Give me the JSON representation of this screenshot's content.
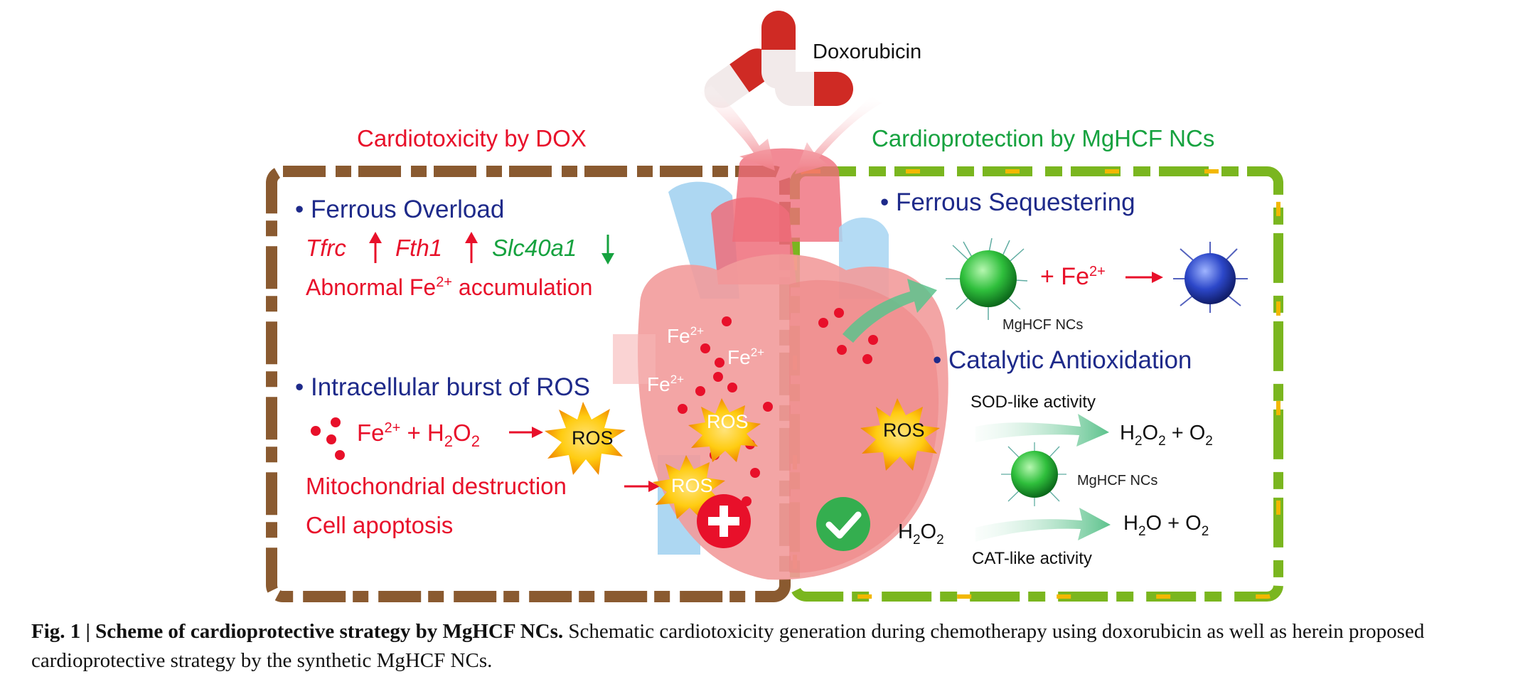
{
  "drug": {
    "label": "Doxorubicin"
  },
  "left_panel": {
    "title": "Cardiotoxicity by DOX",
    "section1": {
      "heading": "• Ferrous Overload",
      "genes": [
        {
          "name": "Tfrc",
          "direction": "up"
        },
        {
          "name": "Fth1",
          "direction": "up"
        },
        {
          "name": "Slc40a1",
          "direction": "down"
        }
      ],
      "accumulation_pre": "Abnormal Fe",
      "accumulation_sup": "2+",
      "accumulation_post": " accumulation"
    },
    "section2": {
      "heading": "• Intracellular burst of ROS",
      "fe": "Fe",
      "fe_sup": "2+",
      "plus_h2o2": " + H",
      "sub2": "2",
      "o": "O",
      "ros": "ROS",
      "outcome1": "Mitochondrial destruction",
      "outcome2": "Cell apoptosis"
    }
  },
  "heart_labels": {
    "fe": "Fe",
    "fe_sup": "2+",
    "ros": "ROS"
  },
  "right_panel": {
    "title": "Cardioprotection by MgHCF NCs",
    "section1": {
      "heading": "• Ferrous Sequestering",
      "plus_fe": "+ Fe",
      "fe_sup": "2+",
      "nc_label": "MgHCF NCs"
    },
    "section2": {
      "heading": "• Catalytic Antioxidation",
      "ros": "ROS",
      "sod": "SOD-like activity",
      "sod_h": "H",
      "sub2": "2",
      "sod_o2": "O",
      "plus_o": " + O",
      "nc_label": "MgHCF NCs",
      "h2o2_h": "H",
      "h2o2_o": "O",
      "cat_h2o": "H",
      "cat_o": "O + O",
      "cat": "CAT-like activity"
    }
  },
  "caption": {
    "bold": "Fig. 1 | Scheme of cardioprotective strategy by MgHCF NCs.",
    "text": " Schematic cardiotoxicity generation during chemotherapy using doxorubicin as well as herein proposed cardioprotective strategy by the synthetic MgHCF NCs."
  },
  "colors": {
    "red": "#e8102a",
    "green": "#16a23f",
    "navy": "#1e2a8a",
    "brown": "#8a5a30",
    "lime": "#7ab61f"
  }
}
